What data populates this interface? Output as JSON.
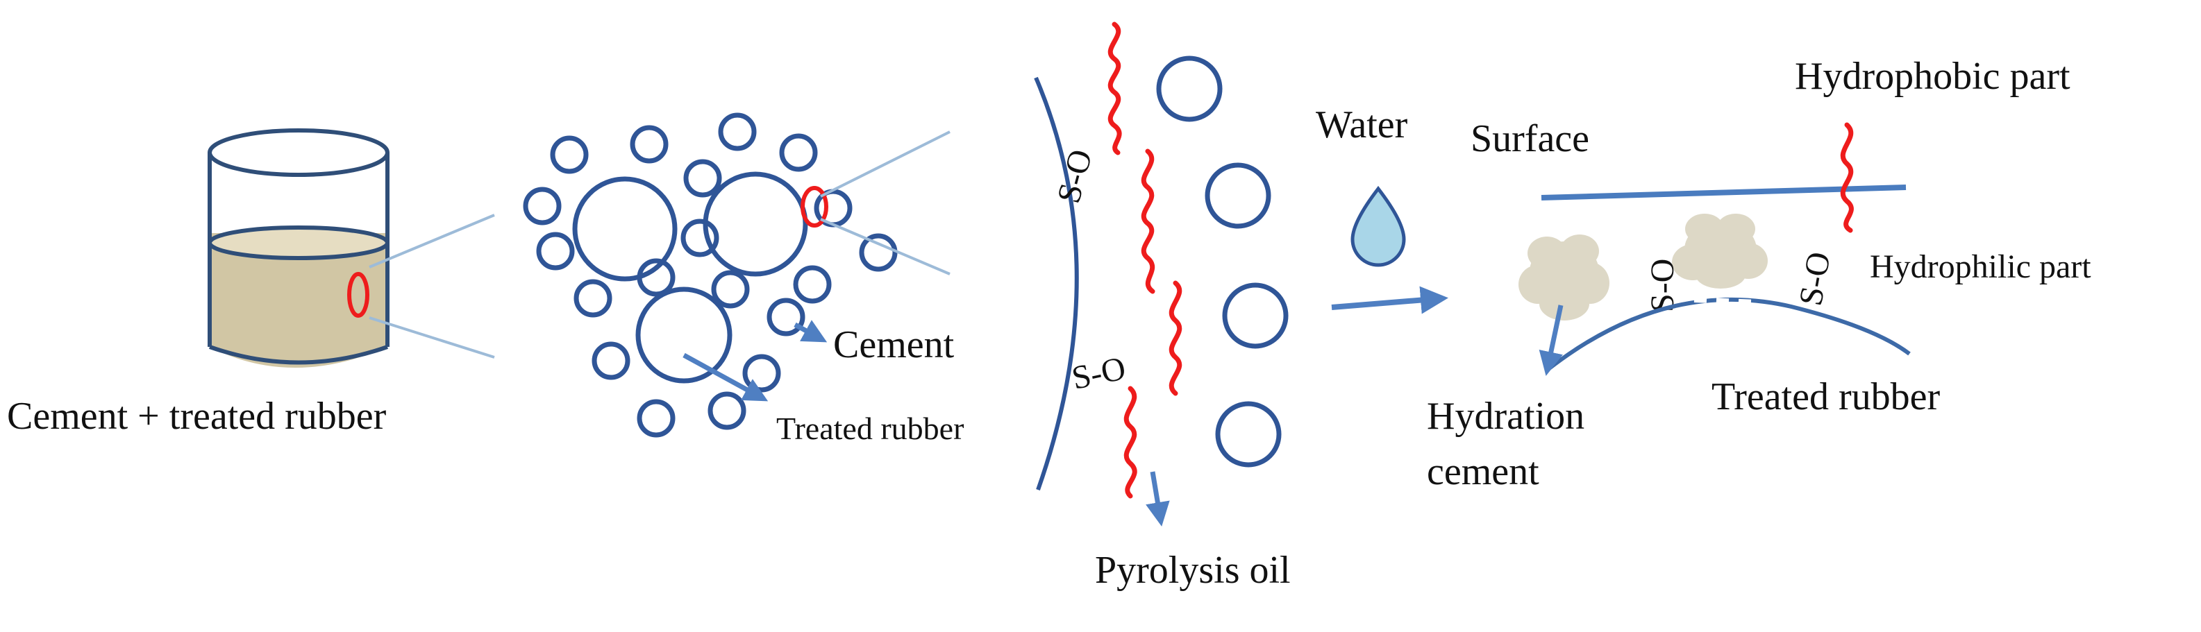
{
  "labels": {
    "cement_treated_rubber": "Cement + treated rubber",
    "cement": "Cement",
    "treated_rubber_small": "Treated rubber",
    "so_upper": "S-O",
    "so_lower": "S-O",
    "pyrolysis_oil": "Pyrolysis oil",
    "water": "Water",
    "surface": "Surface",
    "hydrophobic_part": "Hydrophobic part",
    "hydrophilic_part": "Hydrophilic part",
    "so_right_1": "S-O",
    "so_right_2": "S-O",
    "hydration": "Hydration",
    "cement_word": "cement",
    "treated_rubber_right": "Treated rubber"
  },
  "colors": {
    "circle_stroke": "#2f5597",
    "zoom_line": "#9dbbd8",
    "arrow": "#4f7fc2",
    "wavy_red": "#ee1c1c",
    "beaker_stroke": "#2f4e78",
    "beaker_liquid": "#d1c6a4",
    "water_drop": "#a9d6e8",
    "blob": "#ddd8c6"
  }
}
